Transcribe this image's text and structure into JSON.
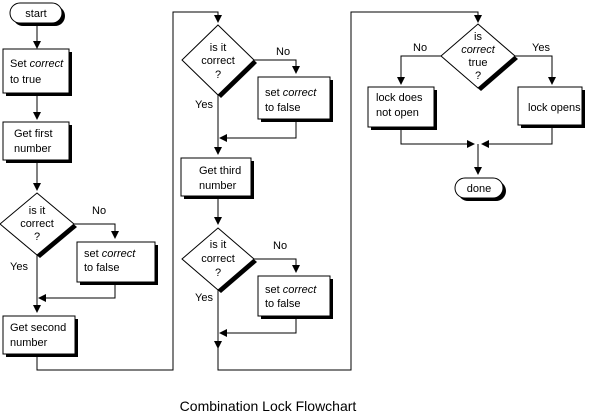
{
  "caption": "Combination Lock Flowchart",
  "nodes": {
    "start": "start",
    "set_correct_true": {
      "a": "Set ",
      "b": "correct",
      "c": "to true"
    },
    "get_first": [
      "Get first",
      "number"
    ],
    "decision1": [
      "is it",
      "correct",
      "?"
    ],
    "set_false_1": {
      "a": "set ",
      "b": "correct",
      "c": "to false"
    },
    "get_second": [
      "Get second",
      "number"
    ],
    "decision2": [
      "is it",
      "correct",
      "?"
    ],
    "set_false_2": {
      "a": "set ",
      "b": "correct",
      "c": "to false"
    },
    "get_third": [
      "Get third",
      "number"
    ],
    "decision3": [
      "is it",
      "correct",
      "?"
    ],
    "set_false_3": {
      "a": "set ",
      "b": "correct",
      "c": "to false"
    },
    "decision_final": [
      "is",
      "correct",
      "true",
      "?"
    ],
    "lock_not_open": [
      "lock does",
      "not open"
    ],
    "lock_opens": "lock opens",
    "done": "done"
  },
  "branch_labels": {
    "no": "No",
    "yes": "Yes"
  }
}
